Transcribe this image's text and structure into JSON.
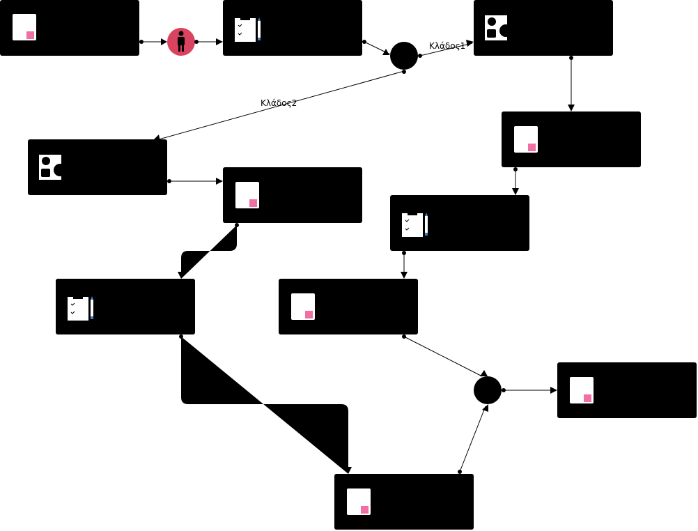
{
  "colors": {
    "node": "#000000",
    "connector": "#000000",
    "start_event": "#d9435f",
    "icon_paper": "#ffffff",
    "icon_marker": "#f06fa4",
    "pencil": "#3d7fc4",
    "background": "#ffffff"
  },
  "icons": {
    "task": "document-icon",
    "user_task": "clipboard-pencil-icon",
    "shapes_task": "shapes-icon",
    "start": "person-icon",
    "gateway": "circle-gateway"
  },
  "branches": {
    "branch1": "Κλάδος1",
    "branch2": "Κλάδος2"
  }
}
